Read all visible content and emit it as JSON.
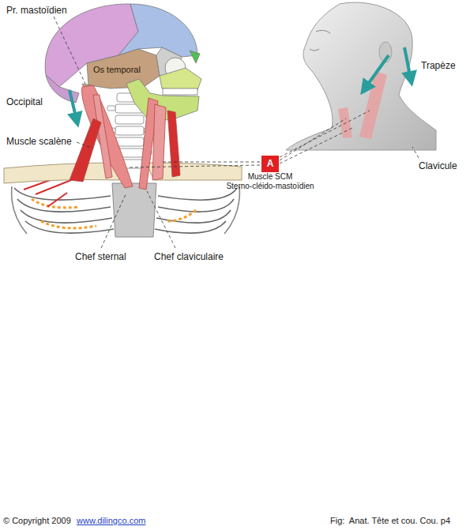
{
  "diagram": {
    "caption": "Fig:  Anat. Tête et cou. Cou. p4",
    "nodes": [
      {
        "text": [
          "A",
          "Muscle SCM",
          "Sterno-cléido-mastoïdien"
        ]
      }
    ],
    "labels": [
      "Pr. mastoïdien",
      "Os temporal",
      "Occipital",
      "Muscle scalène",
      "Trapèze",
      "Clavicule",
      "Chef sternal",
      "Chef claviculaire",
      "© Copyright 2009",
      "www.dilingco.com"
    ]
  }
}
